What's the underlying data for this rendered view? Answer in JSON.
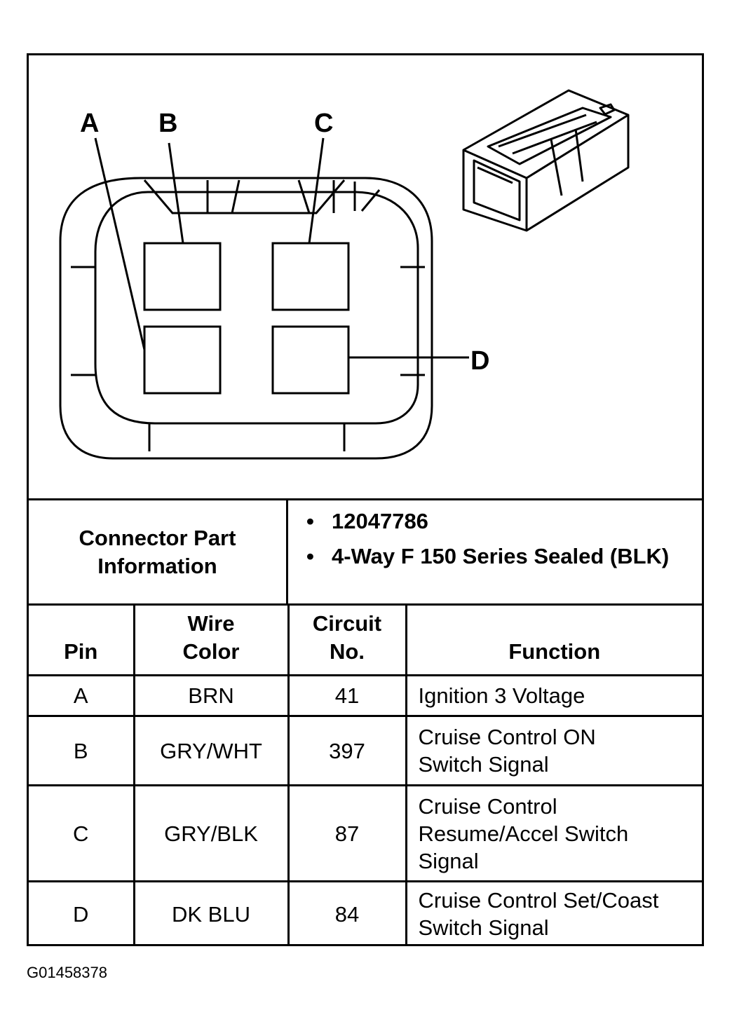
{
  "diagram": {
    "pin_labels": [
      "A",
      "B",
      "C",
      "D"
    ]
  },
  "connector_info": {
    "label": "Connector Part Information",
    "items": [
      "12047786",
      "4-Way F 150 Series Sealed (BLK)"
    ]
  },
  "pin_table": {
    "headers": {
      "pin": "Pin",
      "wire_color": "Wire Color",
      "circuit_no": "Circuit No.",
      "function": "Function"
    },
    "rows": [
      {
        "pin": "A",
        "wire_color": "BRN",
        "circuit_no": "41",
        "function": "Ignition 3 Voltage"
      },
      {
        "pin": "B",
        "wire_color": "GRY/WHT",
        "circuit_no": "397",
        "function": "Cruise Control ON Switch Signal"
      },
      {
        "pin": "C",
        "wire_color": "GRY/BLK",
        "circuit_no": "87",
        "function": "Cruise Control Resume/Accel Switch Signal"
      },
      {
        "pin": "D",
        "wire_color": "DK BLU",
        "circuit_no": "84",
        "function": "Cruise Control Set/Coast Switch Signal"
      }
    ]
  },
  "figure_id": "G01458378"
}
